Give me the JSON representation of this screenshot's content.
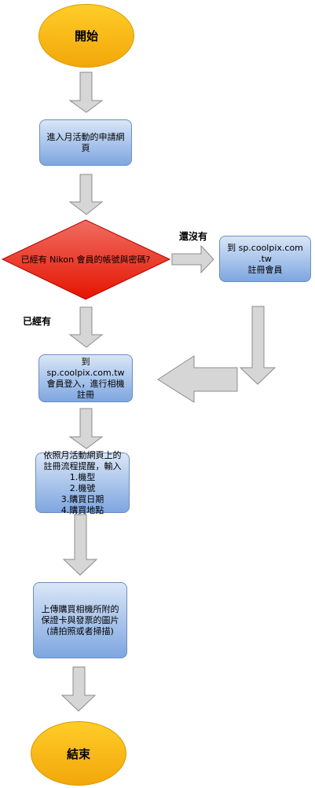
{
  "start": "開始",
  "end": "結束",
  "steps": {
    "enter_page": "進入月活動的申請網\n頁",
    "decision": "已經有 Nikon 會員的帳號與密碼?",
    "register": "到 sp.coolpix.com .tw\n註冊會員",
    "login": "到sp.coolpix.com.tw\n會員登入，進行相機\n註冊",
    "fill_in": "依照月活動網頁上的\n註冊流程提醒，輸入\n1.機型\n2.機號\n3.購買日期\n4.購買地點",
    "upload": "上傳購買相機所附的\n保證卡與發票的圖片\n(請拍照或者掃描)"
  },
  "labels": {
    "no_yet": "還沒有",
    "already": "已經有"
  },
  "colors": {
    "terminal_fill": "#ffcd28",
    "terminal_border": "#d79b00",
    "process_fill": "#7ea6e0",
    "process_border": "#6c8ebf",
    "decision_fill": "#e51400",
    "decision_border": "#b20000",
    "arrow_fill": "#d6d6d6",
    "arrow_border": "#8c8c8c"
  }
}
